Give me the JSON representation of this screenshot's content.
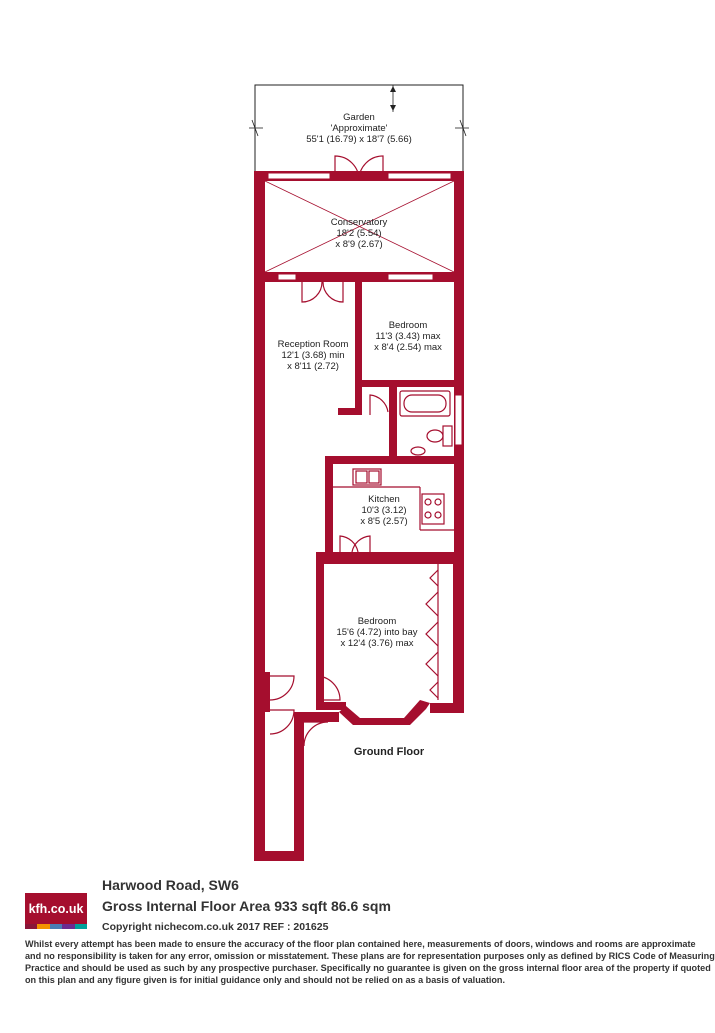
{
  "colors": {
    "wall": "#a50e2e",
    "logo_bg": "#a50e2e",
    "logo_strip": [
      "#8a1538",
      "#f39200",
      "#4a7db5",
      "#6b2c91",
      "#00a19a"
    ]
  },
  "rooms": {
    "garden": {
      "name": "Garden",
      "note": "'Approximate'",
      "dims": "55'1 (16.79) x 18'7 (5.66)"
    },
    "conservatory": {
      "name": "Conservatory",
      "dim1": "18'2 (5.54)",
      "dim2": "x 8'9 (2.67)"
    },
    "reception": {
      "name": "Reception Room",
      "dim1": "12'1 (3.68) min",
      "dim2": "x 8'11 (2.72)"
    },
    "bedroom1": {
      "name": "Bedroom",
      "dim1": "11'3 (3.43) max",
      "dim2": "x 8'4 (2.54) max"
    },
    "kitchen": {
      "name": "Kitchen",
      "dim1": "10'3 (3.12)",
      "dim2": "x 8'5 (2.57)"
    },
    "bedroom2": {
      "name": "Bedroom",
      "dim1": "15'6 (4.72) into bay",
      "dim2": "x 12'4 (3.76) max"
    }
  },
  "floor_label": "Ground Floor",
  "logo_text": "kfh.co.uk",
  "address": "Harwood Road, SW6",
  "area_text": "Gross Internal Floor Area 933 sqft 86.6 sqm",
  "copyright": "Copyright nichecom.co.uk 2017 REF : 201625",
  "disclaimer": [
    "Whilst every attempt has been made to ensure the accuracy of the floor plan contained here, measurements of doors, windows and rooms are approximate",
    "and no responsibility is taken for any error, omission or misstatement.  These plans are for representation purposes only as defined by RICS Code of Measuring",
    "Practice and should be used as such by any prospective purchaser.  Specifically no guarantee is given on the gross internal floor area of the property if quoted",
    "on this plan and any figure given is for initial guidance only and should not be relied on as a basis of valuation."
  ]
}
